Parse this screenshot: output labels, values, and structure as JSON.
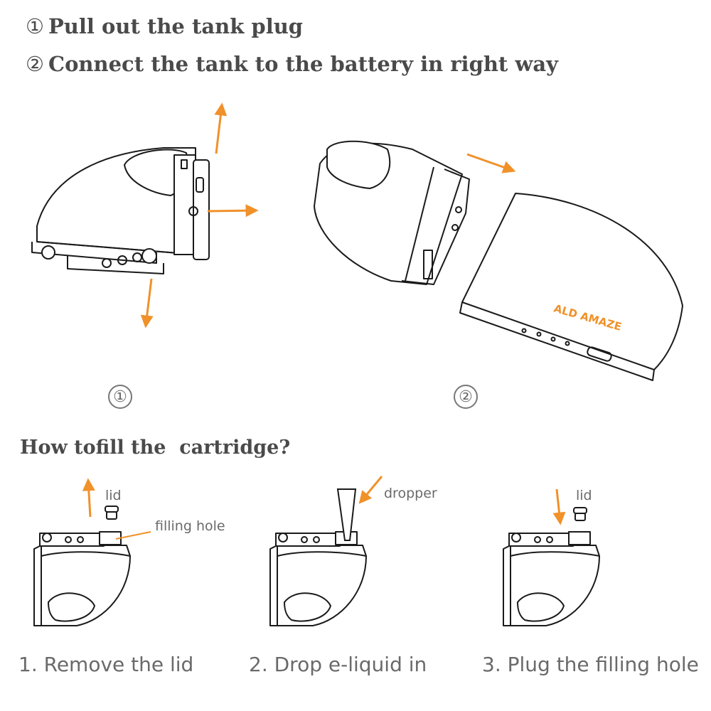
{
  "headings": [
    {
      "number": "①",
      "text": "Pull out the tank plug"
    },
    {
      "number": "②",
      "text": "Connect the tank to the battery in right way"
    }
  ],
  "figure_labels": [
    "①",
    "②"
  ],
  "brand": "ALD AMAZE",
  "fill_section": {
    "title": "How tofill the  cartridge?",
    "callouts": {
      "lid_1": "lid",
      "filling_hole": "filling hole",
      "dropper": "dropper",
      "lid_3": "lid"
    },
    "steps": [
      {
        "caption": "1. Remove the lid"
      },
      {
        "caption": "2. Drop e-liquid in"
      },
      {
        "caption": "3. Plug the filling hole"
      }
    ]
  },
  "colors": {
    "arrow": "#f0912a",
    "line": "#1a1a1a",
    "text": "#4a4a4a",
    "brand": "#f0912a"
  },
  "icons": [
    "up-arrow-icon",
    "down-arrow-icon",
    "right-arrow-icon"
  ]
}
